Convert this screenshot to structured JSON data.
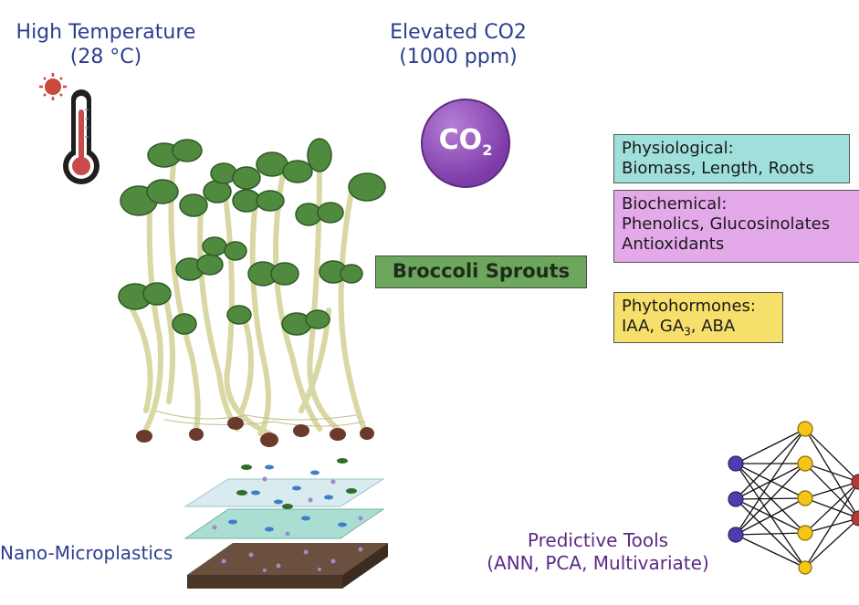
{
  "temperature": {
    "title_line1": "High Temperature",
    "title_line2": "(28 °C)"
  },
  "co2": {
    "title_line1": "Elevated CO2",
    "title_line2": "(1000 ppm)",
    "symbol": "CO",
    "subscript": "2"
  },
  "center_label": "Broccoli Sprouts",
  "boxes": {
    "physiological": {
      "line1": "Physiological:",
      "line2": "Biomass, Length, Roots"
    },
    "biochemical": {
      "line1": "Biochemical:",
      "line2": "Phenolics, Glucosinolates",
      "line3": "Antioxidants"
    },
    "phytohormones": {
      "line1": "Phytohormones:",
      "line2_a": "IAA, GA",
      "line2_sub": "3",
      "line2_b": ", ABA"
    }
  },
  "nano_label": "Nano-Microplastics",
  "predictive": {
    "line1": "Predictive Tools",
    "line2": "(ANN, PCA, Multivariate)"
  },
  "colors": {
    "title_blue": "#2b3f8f",
    "purple_text": "#5b2a86",
    "sprouts_green": "#6da65d",
    "physio_fill": "#9fe0dc",
    "biochem_fill": "#e3a9e8",
    "hormone_fill": "#f7df6b"
  }
}
